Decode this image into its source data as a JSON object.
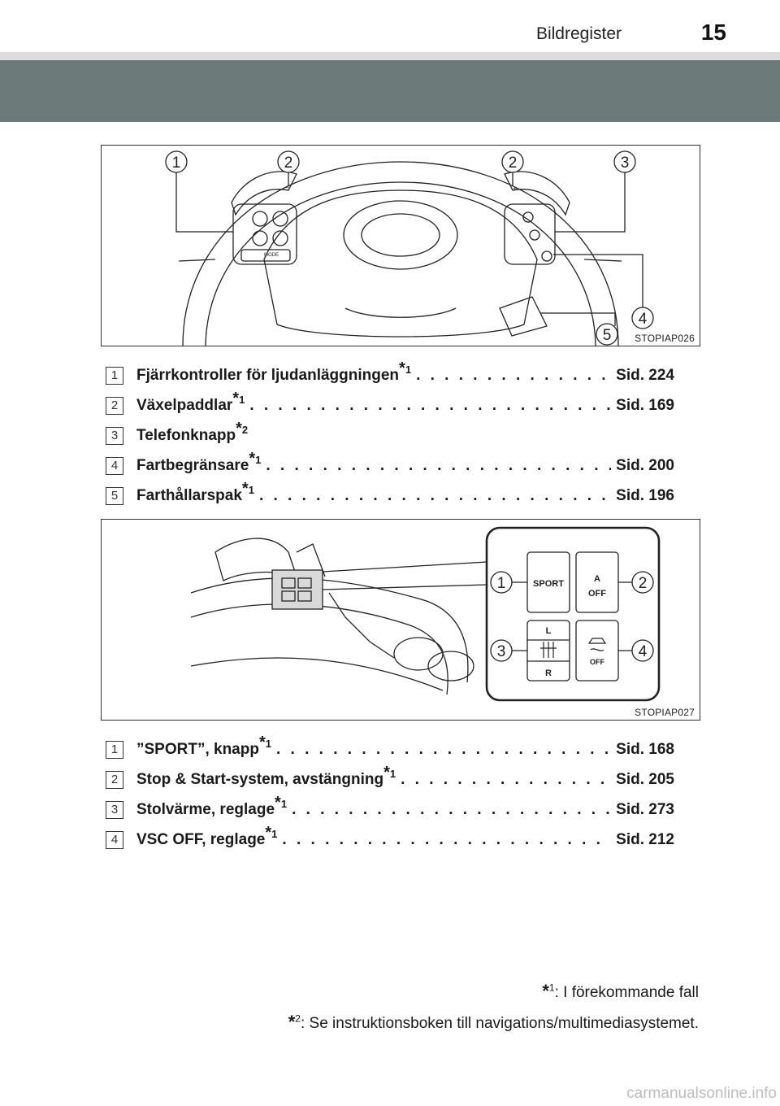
{
  "header": {
    "title": "Bildregister",
    "page_number": "15"
  },
  "figure1": {
    "code": "STOPIAP026",
    "callouts": [
      "1",
      "2",
      "2",
      "3",
      "4",
      "5"
    ],
    "switch_labels": {
      "mode": "MODE",
      "minus": "–",
      "plus": "+"
    }
  },
  "list1": [
    {
      "num": "1",
      "label": "Fjärrkontroller för ljudanläggningen",
      "note": "1",
      "page": "Sid. 224"
    },
    {
      "num": "2",
      "label": "Växelpaddlar",
      "note": "1",
      "page": "Sid. 169"
    },
    {
      "num": "3",
      "label": "Telefonknapp",
      "note": "2",
      "page": ""
    },
    {
      "num": "4",
      "label": "Fartbegränsare",
      "note": "1",
      "page": "Sid. 200"
    },
    {
      "num": "5",
      "label": "Farthållarspak",
      "note": "1",
      "page": "Sid. 196"
    }
  ],
  "figure2": {
    "code": "STOPIAP027",
    "callouts": [
      "1",
      "2",
      "3",
      "4"
    ],
    "button_labels": {
      "sport": "SPORT",
      "a": "A",
      "off": "OFF",
      "l": "L",
      "r": "R",
      "vsc_off": "OFF"
    }
  },
  "list2": [
    {
      "num": "1",
      "label": "”SPORT”, knapp",
      "note": "1",
      "page": "Sid. 168"
    },
    {
      "num": "2",
      "label": "Stop & Start-system, avstängning",
      "note": "1",
      "page": "Sid. 205"
    },
    {
      "num": "3",
      "label": "Stolvärme, reglage",
      "note": "1",
      "page": "Sid. 273"
    },
    {
      "num": "4",
      "label": "VSC OFF, reglage",
      "note": "1",
      "page": "Sid. 212"
    }
  ],
  "notes": [
    {
      "mark": "1",
      "text": ": I förekommande fall"
    },
    {
      "mark": "2",
      "text": ": Se instruktionsboken till navigations/multimediasystemet."
    }
  ],
  "watermark": "carmanualsonline.info"
}
